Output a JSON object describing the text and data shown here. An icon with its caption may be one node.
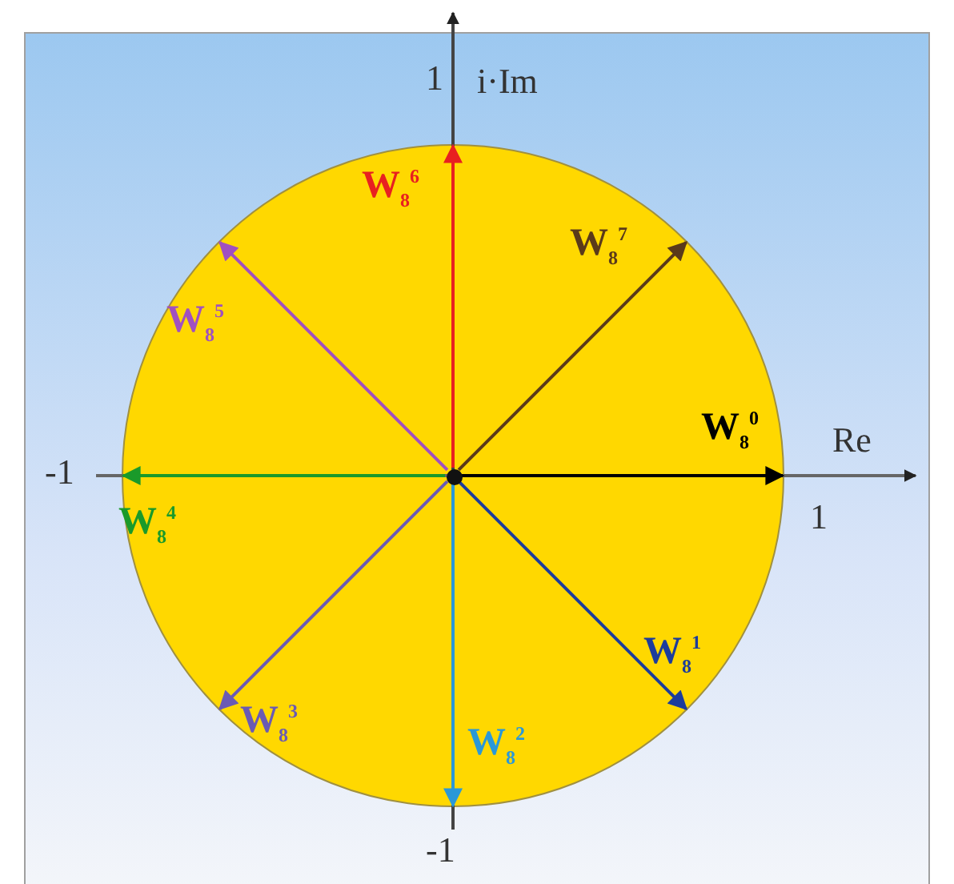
{
  "diagram": {
    "nodes": [
      {
        "text": [],
        "shape": "circle"
      },
      {
        "text": [],
        "shape": "circle",
        "in": 0
      }
    ],
    "edges": [
      {
        "from": 1,
        "to": null,
        "arrow": "to",
        "label": "W$_{8}$$^{0}$",
        "color": "#000000"
      },
      {
        "from": 1,
        "to": null,
        "arrow": "to",
        "label": "W$_{8}$$^{1}$",
        "color": "#1c3c9c"
      },
      {
        "from": 1,
        "to": null,
        "arrow": "to",
        "label": "W$_{8}$$^{2}$",
        "color": "#2a98d8"
      },
      {
        "from": 1,
        "to": null,
        "arrow": "to",
        "label": "W$_{8}$$^{3}$",
        "color": "#6a5ab4"
      },
      {
        "from": 1,
        "to": null,
        "arrow": "to",
        "label": "W$_{8}$$^{4}$",
        "color": "#1a9a2a"
      },
      {
        "from": 1,
        "to": null,
        "arrow": "to",
        "label": "W$_{8}$$^{5}$",
        "color": "#a050c0"
      },
      {
        "from": 1,
        "to": null,
        "arrow": "to",
        "label": "W$_{8}$$^{6}$",
        "color": "#e82020"
      },
      {
        "from": 1,
        "to": null,
        "arrow": "to",
        "label": "W$_{8}$$^{7}$",
        "color": "#5a3a1a"
      }
    ],
    "labels": [
      "1",
      "i·Im",
      "-1",
      "Re",
      "1",
      "-1"
    ]
  }
}
